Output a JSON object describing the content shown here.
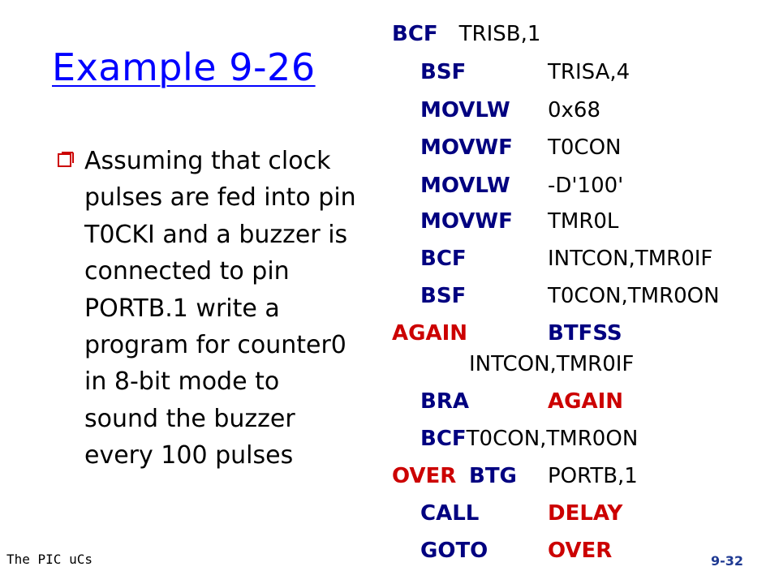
{
  "slide": {
    "title": "Example 9-26",
    "bullet": "Assuming that clock pulses are fed into pin T0CKI and a buzzer is connected to pin PORTB.1 write a program for counter0  in 8-bit mode to sound the buzzer every 100 pulses"
  },
  "code": {
    "lines": [
      {
        "label": "",
        "op": "BCF",
        "arg": "TRISB,1"
      },
      {
        "label": "",
        "op": "BSF",
        "arg": "TRISA,4"
      },
      {
        "label": "",
        "op": "MOVLW",
        "arg": "0x68"
      },
      {
        "label": "",
        "op": "MOVWF",
        "arg": "T0CON"
      },
      {
        "label": "",
        "op": "MOVLW",
        "arg": "-D'100'"
      },
      {
        "label": "",
        "op": "MOVWF",
        "arg": "TMR0L"
      },
      {
        "label": "",
        "op": "BCF",
        "arg": "INTCON,TMR0IF"
      },
      {
        "label": "",
        "op": "BSF",
        "arg": "T0CON,TMR0ON"
      },
      {
        "label": "AGAIN",
        "op": "BTFSS",
        "arg": ""
      },
      {
        "label": "",
        "op": "",
        "arg": "INTCON,TMR0IF"
      },
      {
        "label": "",
        "op": "BRA",
        "arg": "AGAIN"
      },
      {
        "label": "",
        "op": "BCF",
        "arg": "T0CON,TMR0ON"
      },
      {
        "label": "OVER",
        "op": "BTG",
        "arg": "PORTB,1"
      },
      {
        "label": "",
        "op": "CALL",
        "arg": "DELAY"
      },
      {
        "label": "",
        "op": "GOTO",
        "arg": "OVER"
      }
    ]
  },
  "footer": {
    "left": "The PIC uCs",
    "page": "9-32"
  },
  "colors": {
    "title": "#0000ff",
    "opcode": "#000080",
    "label": "#cc0000",
    "page": "#1f3a93"
  },
  "icons": {
    "bullet": "checkbox-bullet-icon"
  }
}
